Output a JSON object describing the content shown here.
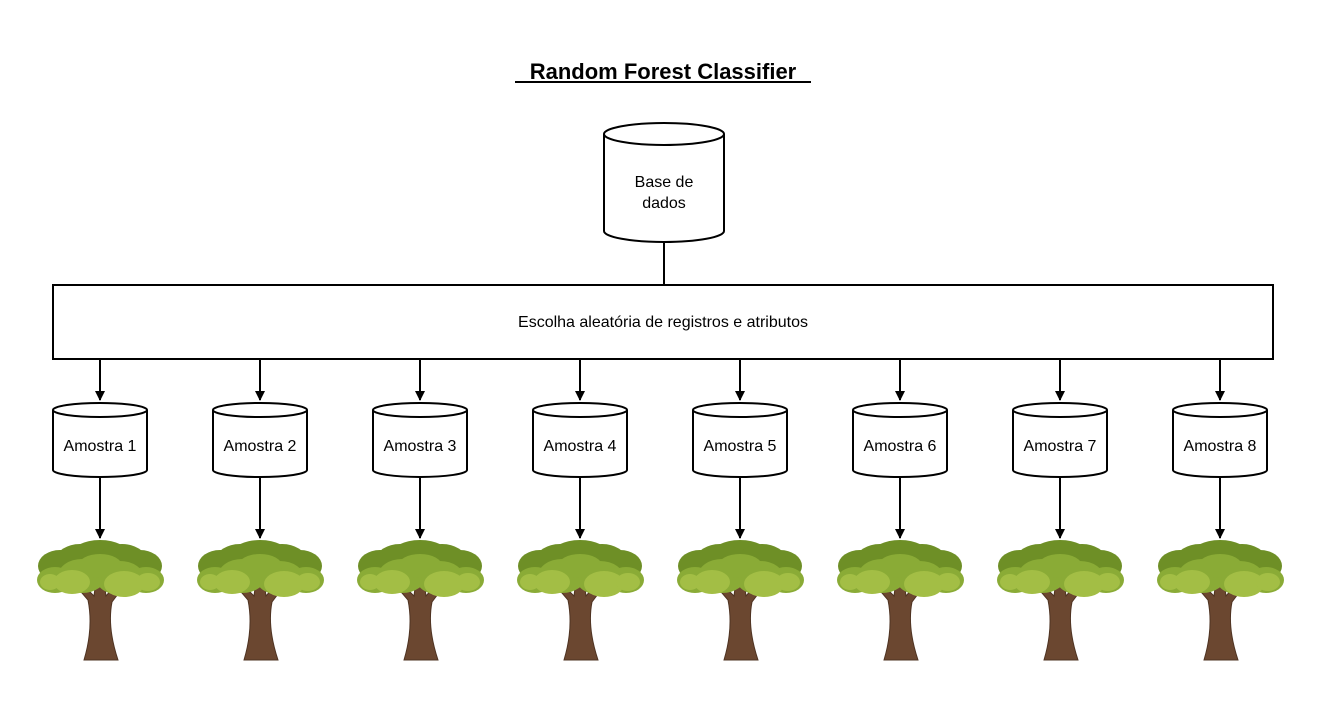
{
  "title": "Random Forest Classifier",
  "database": {
    "line1": "Base de",
    "line2": "dados"
  },
  "selection_box": {
    "label": "Escolha aleatória de registros e atributos"
  },
  "samples": [
    {
      "label": "Amostra 1",
      "icon": "tree-icon"
    },
    {
      "label": "Amostra 2",
      "icon": "tree-icon"
    },
    {
      "label": "Amostra 3",
      "icon": "tree-icon"
    },
    {
      "label": "Amostra 4",
      "icon": "tree-icon"
    },
    {
      "label": "Amostra 5",
      "icon": "tree-icon"
    },
    {
      "label": "Amostra 6",
      "icon": "tree-icon"
    },
    {
      "label": "Amostra 7",
      "icon": "tree-icon"
    },
    {
      "label": "Amostra 8",
      "icon": "tree-icon"
    }
  ],
  "colors": {
    "stroke": "#000000",
    "canopy_dark": "#6e8f26",
    "canopy_mid": "#8aab36",
    "canopy_light": "#a3be45",
    "trunk": "#6b4730",
    "trunk_dark": "#4e3322"
  }
}
